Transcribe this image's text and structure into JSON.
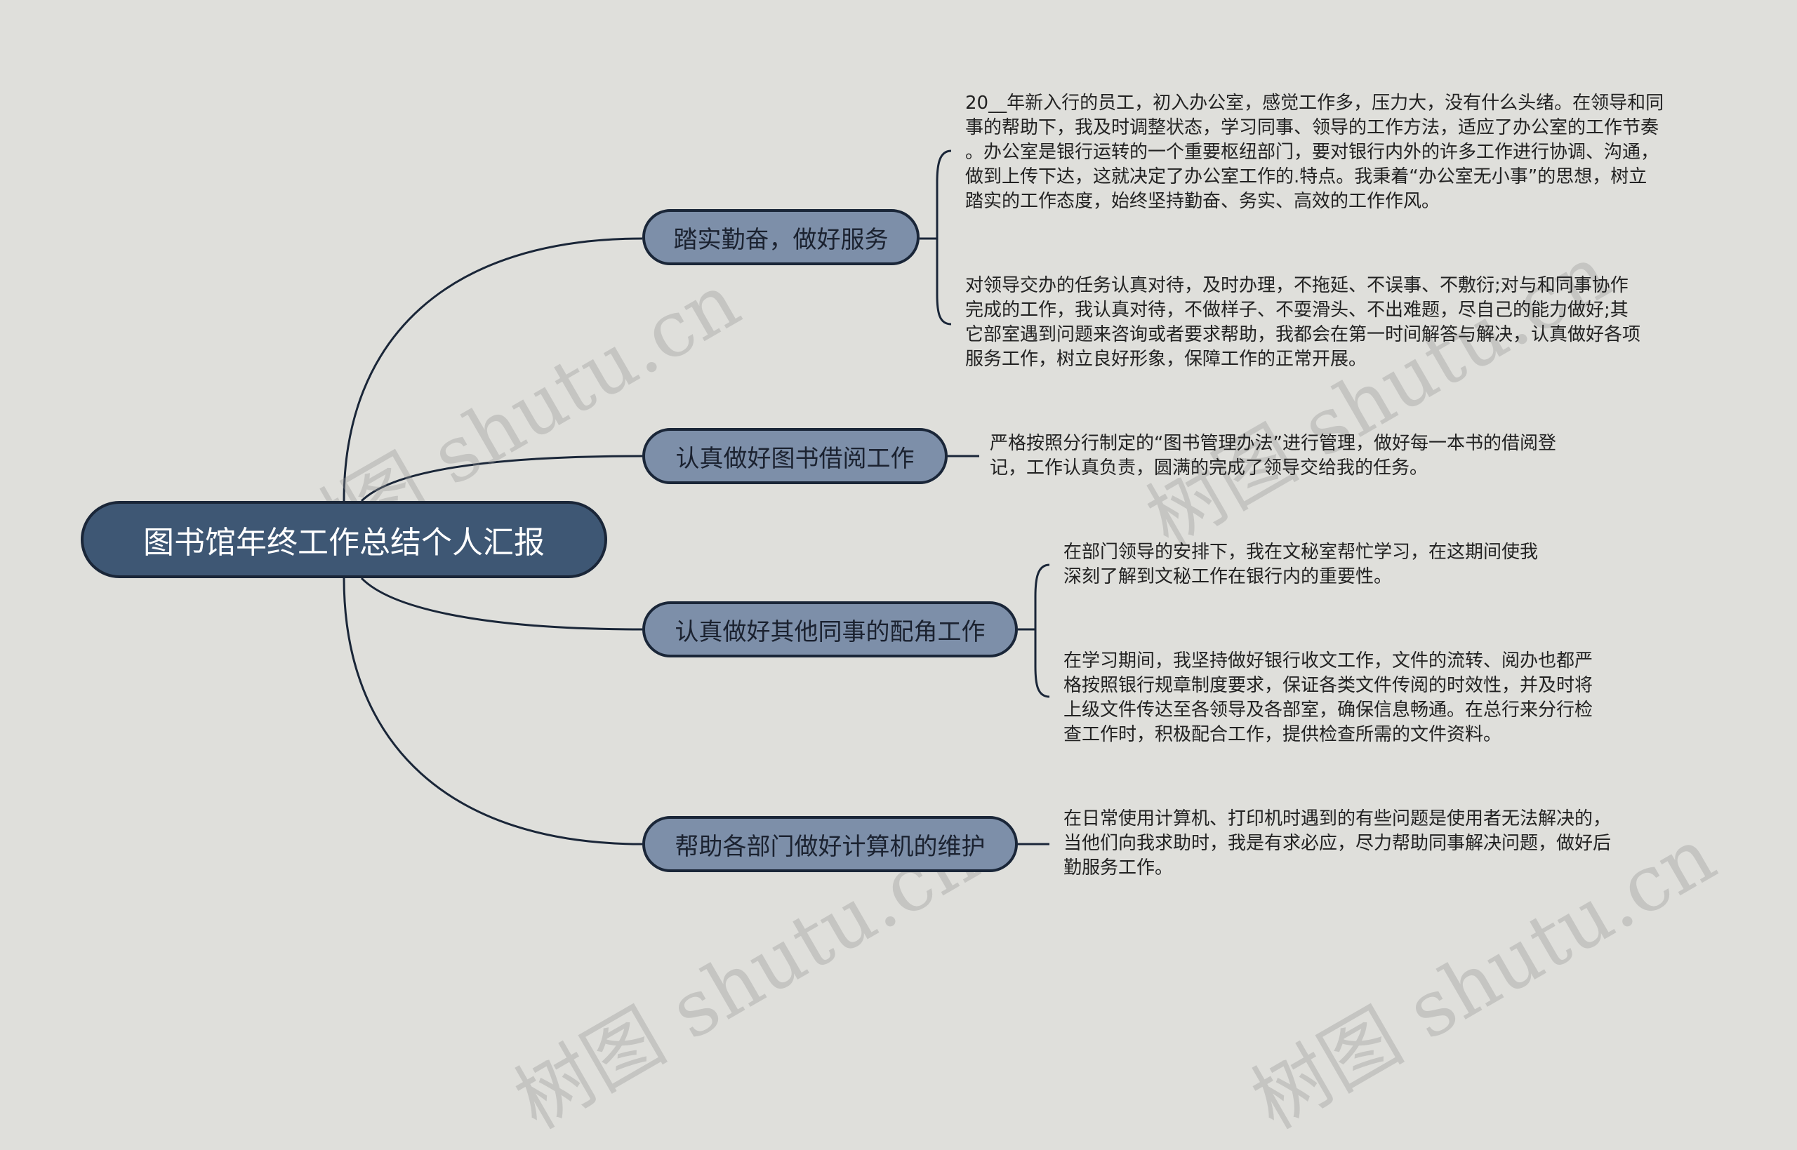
{
  "root": {
    "title": "图书馆年终工作总结个人汇报"
  },
  "branches": [
    {
      "label": "踏实勤奋，做好服务",
      "leaves": [
        "20__年新入行的员工，初入办公室，感觉工作多，压力大，没有什么头绪。在领导和同\n事的帮助下，我及时调整状态，学习同事、领导的工作方法，适应了办公室的工作节奏\n。办公室是银行运转的一个重要枢纽部门，要对银行内外的许多工作进行协调、沟通，\n做到上传下达，这就决定了办公室工作的.特点。我秉着“办公室无小事”的思想，树立\n踏实的工作态度，始终坚持勤奋、务实、高效的工作作风。",
        "对领导交办的任务认真对待，及时办理，不拖延、不误事、不敷衍;对与和同事协作\n完成的工作，我认真对待，不做样子、不耍滑头、不出难题，尽自己的能力做好;其\n它部室遇到问题来咨询或者要求帮助，我都会在第一时间解答与解决，认真做好各项\n服务工作，树立良好形象，保障工作的正常开展。"
      ]
    },
    {
      "label": "认真做好图书借阅工作",
      "leaves": [
        "严格按照分行制定的“图书管理办法”进行管理，做好每一本书的借阅登\n记，工作认真负责，圆满的完成了领导交给我的任务。"
      ]
    },
    {
      "label": "认真做好其他同事的配角工作",
      "leaves": [
        "在部门领导的安排下，我在文秘室帮忙学习，在这期间使我\n深刻了解到文秘工作在银行内的重要性。",
        "在学习期间，我坚持做好银行收文工作，文件的流转、阅办也都严\n格按照银行规章制度要求，保证各类文件传阅的时效性，并及时将\n上级文件传达至各领导及各部室，确保信息畅通。在总行来分行检\n查工作时，积极配合工作，提供检查所需的文件资料。"
      ]
    },
    {
      "label": "帮助各部门做好计算机的维护",
      "leaves": [
        "在日常使用计算机、打印机时遇到的有些问题是使用者无法解决的，\n当他们向我求助时，我是有求必应，尽力帮助同事解决问题，做好后\n勤服务工作。"
      ]
    }
  ],
  "watermark": "树图 shutu.cn",
  "colors": {
    "background": "#dfdfdb",
    "root_fill": "#3e5774",
    "branch_fill": "#7d8fa9",
    "line": "#1a2638"
  }
}
